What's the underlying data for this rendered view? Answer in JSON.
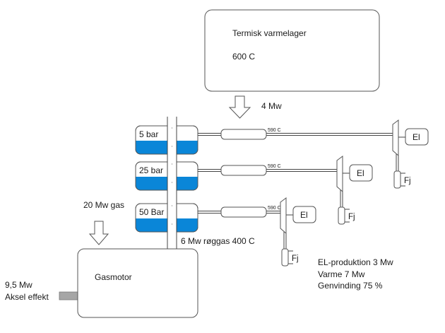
{
  "storage": {
    "title": "Termisk varmelager",
    "temperature": "600  C"
  },
  "storage_output": "4 Mw",
  "drums": [
    {
      "label": "5 bar"
    },
    {
      "label": "25 bar"
    },
    {
      "label": "50 Bar"
    }
  ],
  "steam_lines": [
    {
      "temp": "590 C"
    },
    {
      "temp": "590 C"
    },
    {
      "temp": "590 C"
    }
  ],
  "turbines": [
    {
      "generator": "El",
      "heat": "Fj"
    },
    {
      "generator": "El",
      "heat": "Fj"
    },
    {
      "generator": "El",
      "heat": "Fj"
    }
  ],
  "gas_input": "20 Mw gas",
  "exhaust": "6 Mw røggas 400 C",
  "engine": {
    "title": "Gasmotor"
  },
  "shaft": {
    "power": "9,5 Mw",
    "label": "Aksel effekt"
  },
  "summary": {
    "el_production": "EL-produktion 3 Mw",
    "heat": "Varme 7 Mw",
    "recovery": "Genvinding 75 %"
  },
  "colors": {
    "water": "#0A86D8",
    "shaft": "#A6A6A6"
  }
}
